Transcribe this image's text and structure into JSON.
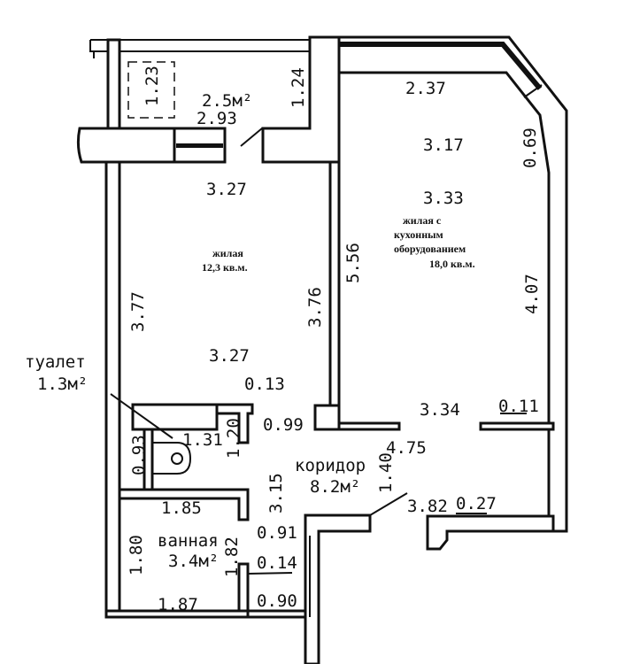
{
  "rooms": {
    "balcony": {
      "area": "2.5м²",
      "storage": "1.23"
    },
    "living": {
      "name": "жилая",
      "area": "12,3 кв.м."
    },
    "kitchen_living": {
      "name_line1": "жилая с",
      "name_line2": "кухонным",
      "name_line3": "оборудованием",
      "area": "18,0 кв.м."
    },
    "toilet": {
      "name": "туалет",
      "area": "1.3м²"
    },
    "bathroom": {
      "name": "ванная",
      "area": "3.4м²"
    },
    "corridor": {
      "name": "коридор",
      "area": "8.2м²"
    }
  },
  "dimensions": [
    "2.93",
    "1.24",
    "3.27",
    "3.77",
    "3.76",
    "5.56",
    "3.27",
    "2.37",
    "3.17",
    "0.69",
    "3.33",
    "4.07",
    "0.13",
    "0.99",
    "1.31",
    "1.20",
    "0.93",
    "3.34",
    "0.11",
    "4.75",
    "1.40",
    "3.15",
    "3.82",
    "0.27",
    "1.85",
    "0.91",
    "1.80",
    "1.82",
    "0.14",
    "1.87",
    "0.90"
  ]
}
